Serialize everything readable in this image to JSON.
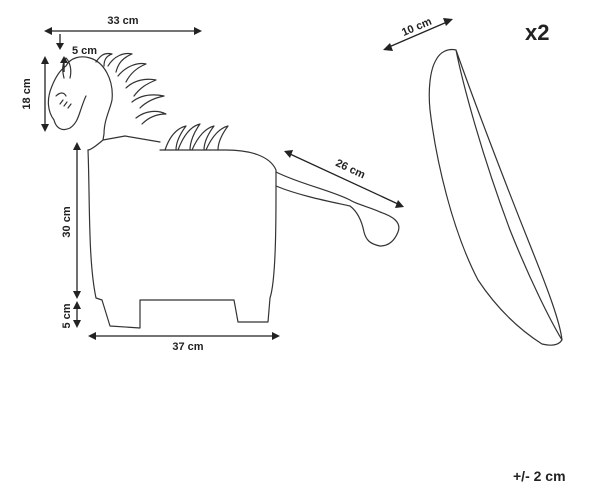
{
  "dimensions": {
    "width_top": "33 cm",
    "ear": "5 cm",
    "head_height": "18 cm",
    "body_height": "30 cm",
    "leg_height": "5 cm",
    "tail": "26 cm",
    "body_length": "37 cm",
    "cushion": "10 cm"
  },
  "quantity": "x2",
  "tolerance": "+/- 2 cm"
}
